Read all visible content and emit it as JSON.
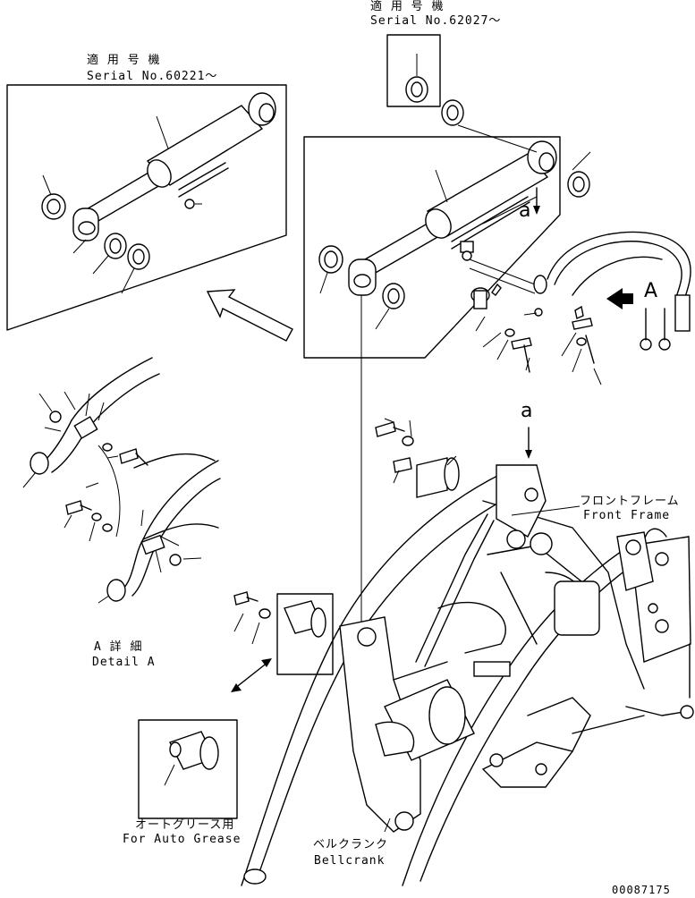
{
  "serial_label_1": {
    "jp": "適 用 号 機",
    "en": "Serial No.60221～"
  },
  "serial_label_2": {
    "jp": "適 用 号 機",
    "en": "Serial No.62027～"
  },
  "callout_a_upper": "a",
  "callout_a_lower": "a",
  "callout_A": "A",
  "detail_a": {
    "jp": "A 詳 細",
    "en": "Detail A"
  },
  "front_frame": {
    "jp": "フロントフレーム",
    "en": "Front Frame"
  },
  "bellcrank": {
    "jp": "ベルクランク",
    "en": "Bellcrank"
  },
  "auto_grease": {
    "jp": "オートグリース用",
    "en": "For Auto Grease"
  },
  "drawing_number": "00087175"
}
